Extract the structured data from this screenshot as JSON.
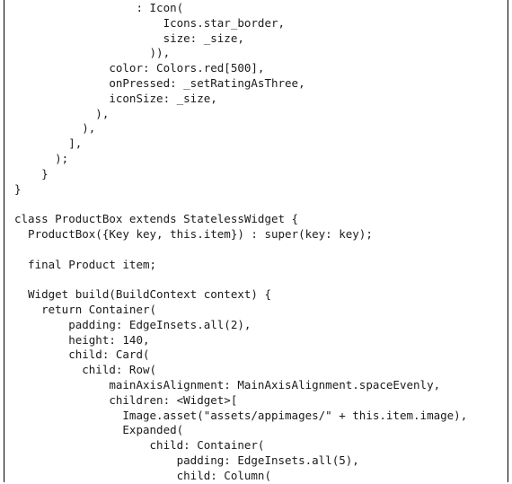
{
  "code": {
    "lines": [
      "                  : Icon(",
      "                      Icons.star_border,",
      "                      size: _size,",
      "                    )),",
      "              color: Colors.red[500],",
      "              onPressed: _setRatingAsThree,",
      "              iconSize: _size,",
      "            ),",
      "          ),",
      "        ],",
      "      );",
      "    }",
      "}",
      "",
      "class ProductBox extends StatelessWidget {",
      "  ProductBox({Key key, this.item}) : super(key: key);",
      "",
      "  final Product item;",
      "",
      "  Widget build(BuildContext context) {",
      "    return Container(",
      "        padding: EdgeInsets.all(2),",
      "        height: 140,",
      "        child: Card(",
      "          child: Row(",
      "              mainAxisAlignment: MainAxisAlignment.spaceEvenly,",
      "              children: <Widget>[",
      "                Image.asset(\"assets/appimages/\" + this.item.image),",
      "                Expanded(",
      "                    child: Container(",
      "                        padding: EdgeInsets.all(5),",
      "                        child: Column("
    ]
  }
}
